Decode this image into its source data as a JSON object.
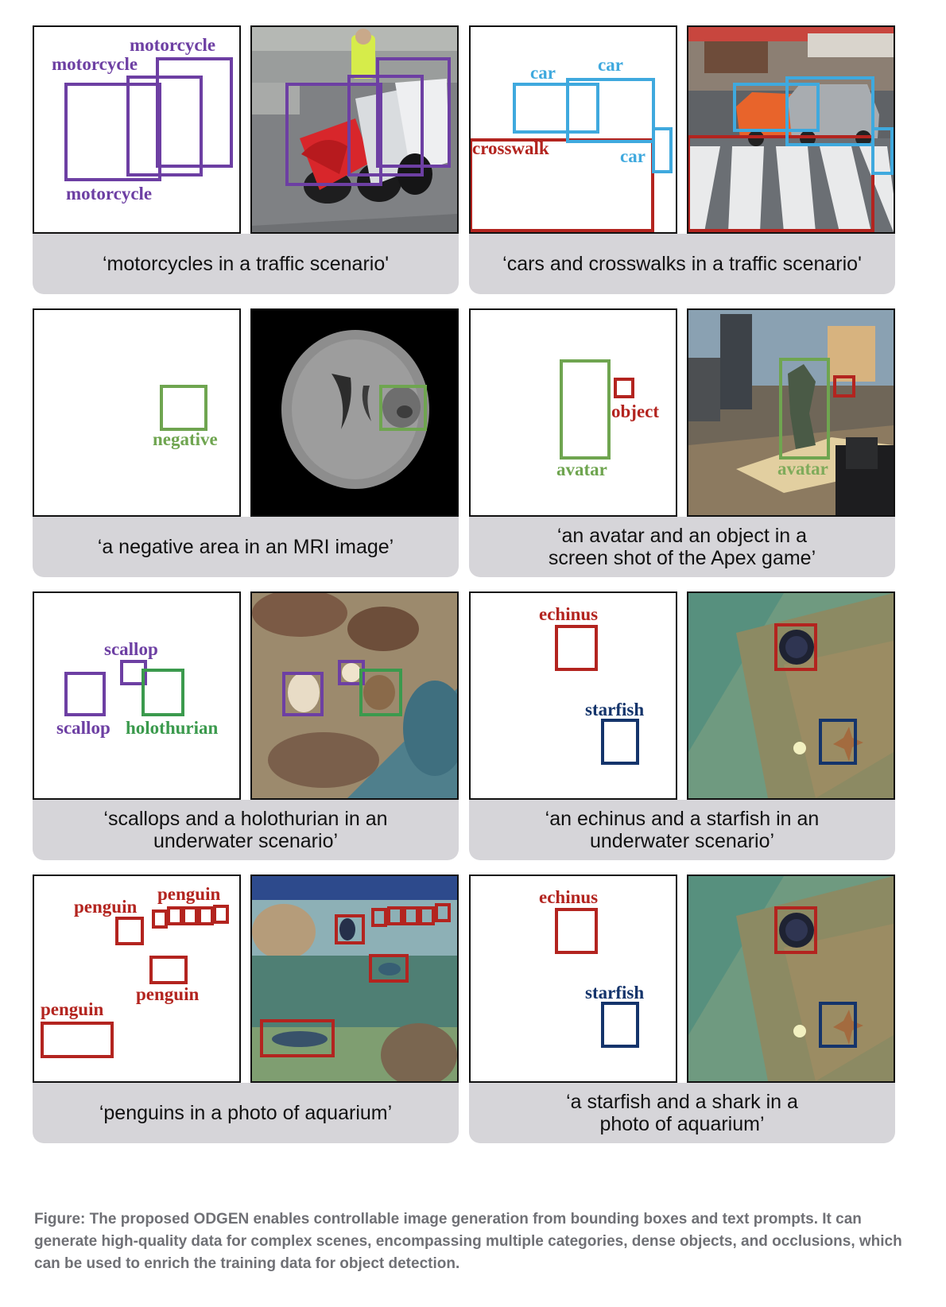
{
  "panels": [
    {
      "caption": "‘motorcycles in a traffic scenario'",
      "labels": [
        "motorcycle",
        "motorcycle",
        "motorcycle"
      ],
      "photo_description": "motorcycles in a traffic scenario"
    },
    {
      "caption": "‘cars and crosswalks in a traffic scenario'",
      "labels": [
        "car",
        "car",
        "car",
        "crosswalk"
      ],
      "photo_description": "cars and crosswalks in a traffic scenario"
    },
    {
      "caption": "‘a negative area in an MRI image’",
      "labels": [
        "negative"
      ],
      "photo_description": "MRI brain scan"
    },
    {
      "caption": "‘an avatar and an object in a screen shot of the Apex game’",
      "caption_lines": [
        "‘an avatar and an object in a",
        "screen shot of the Apex game’"
      ],
      "labels": [
        "object",
        "avatar"
      ],
      "overlay_labels": [
        "avatar"
      ],
      "photo_description": "Apex game screenshot"
    },
    {
      "caption": "‘scallops and a holothurian in an underwater scenario’",
      "caption_lines": [
        "‘scallops and a holothurian in an",
        "underwater scenario’"
      ],
      "labels": [
        "scallop",
        "scallop",
        "holothurian"
      ],
      "photo_description": "underwater scenario with scallops and holothurian"
    },
    {
      "caption": "‘an echinus and a starfish in an underwater scenario’",
      "caption_lines": [
        "‘an echinus and a starfish in an",
        "underwater scenario’"
      ],
      "labels": [
        "echinus",
        "starfish"
      ],
      "photo_description": "underwater scenario with echinus and starfish"
    },
    {
      "caption": "‘penguins in a photo of aquarium’",
      "labels": [
        "penguin",
        "penguin",
        "penguin",
        "penguin"
      ],
      "photo_description": "penguins in an aquarium"
    },
    {
      "caption": "‘a starfish and a shark in a photo of aquarium’",
      "caption_lines": [
        "‘a starfish and a shark in a",
        "photo of aquarium’"
      ],
      "labels": [
        "echinus",
        "starfish"
      ],
      "photo_description": "underwater scenario with echinus and starfish"
    }
  ],
  "colors": {
    "purple": "#6d3fa3",
    "blue": "#3fa9de",
    "red": "#b3241f",
    "green": "#6fa550",
    "green2": "#3b9a4d",
    "navy": "#14346b",
    "caption_bg": "#d6d5d9",
    "figure_caption_text": "#6f7075"
  },
  "figure_caption": "Figure: The proposed ODGEN enables controllable image generation from bounding boxes and text prompts. It can generate high-quality data for complex scenes, encompassing multiple categories, dense objects, and occlusions, which can be used to enrich the training data for object detection."
}
